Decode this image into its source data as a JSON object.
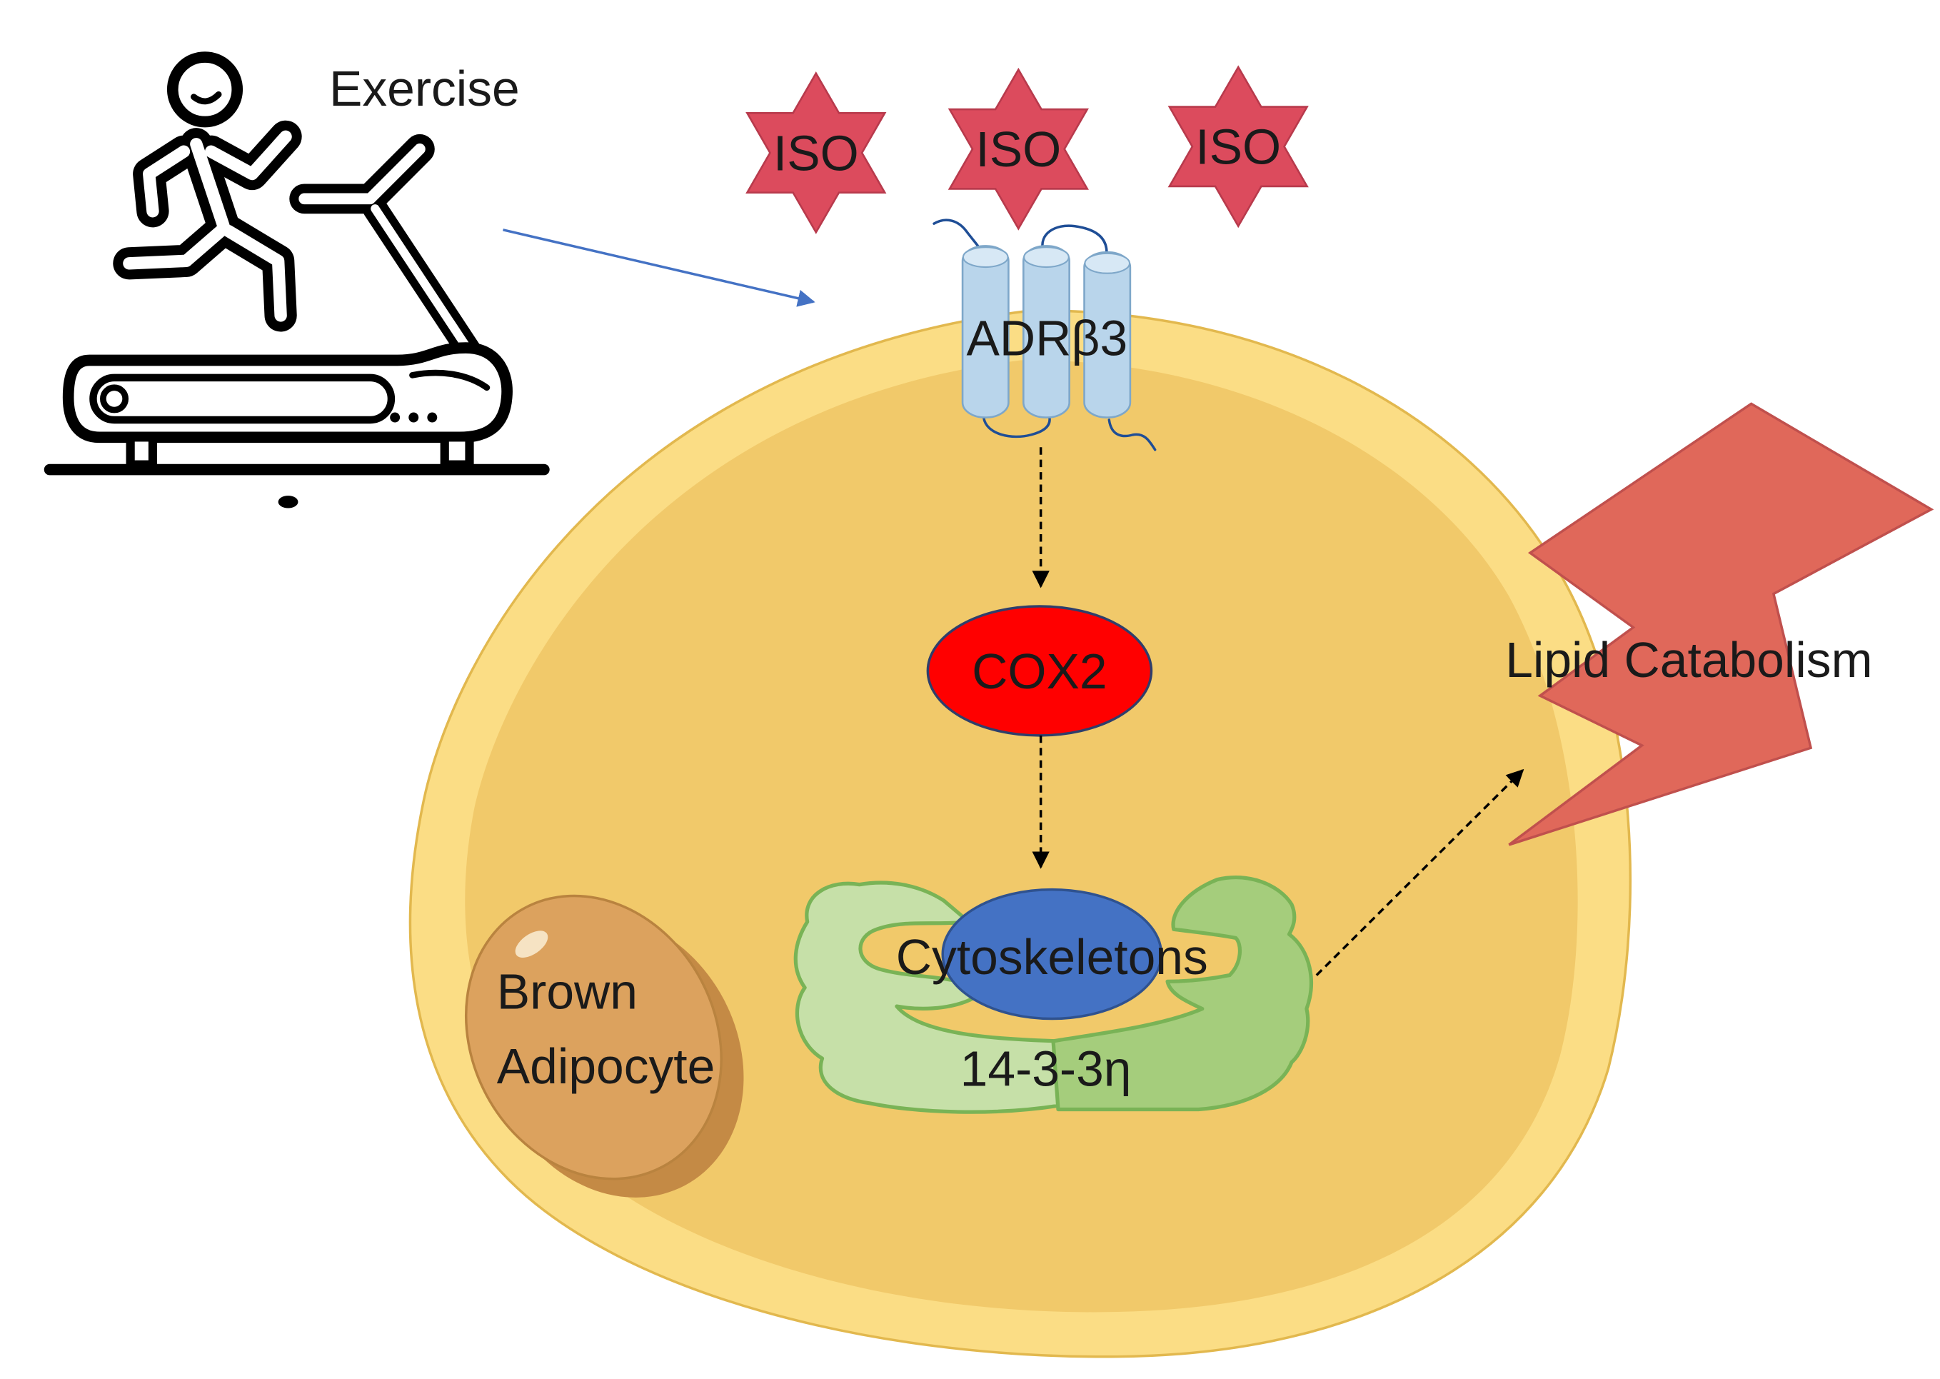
{
  "exercise": {
    "label": "Exercise",
    "icon": "treadmill-runner-icon"
  },
  "ligands": [
    {
      "label": "ISO"
    },
    {
      "label": "ISO"
    },
    {
      "label": "ISO"
    }
  ],
  "receptor": {
    "label": "ADRβ3"
  },
  "cox2": {
    "label": "COX2"
  },
  "cytoskeletons": {
    "label": "Cytoskeletons"
  },
  "protein": {
    "label": "14-3-3η"
  },
  "lipid_catabolism": {
    "label": "Lipid Catabolism",
    "icon": "lightning-bolt-icon"
  },
  "cell": {
    "label_lines": [
      "Brown",
      "Adipocyte"
    ]
  },
  "colors": {
    "exercise_arrow": "#4472c4",
    "iso_star": "#dc4b5d",
    "receptor": "#b9d5eb",
    "cox2": "#ff0000",
    "cytoskeletons": "#4472c4",
    "protein_light": "#c6e0a8",
    "protein_dark": "#a5cd7c",
    "lipid_catabolism": "#e0685a",
    "cell_outer": "#fbdd85",
    "cell_inner": "#f1c96a",
    "brown_adipocyte": "#dca25e"
  }
}
